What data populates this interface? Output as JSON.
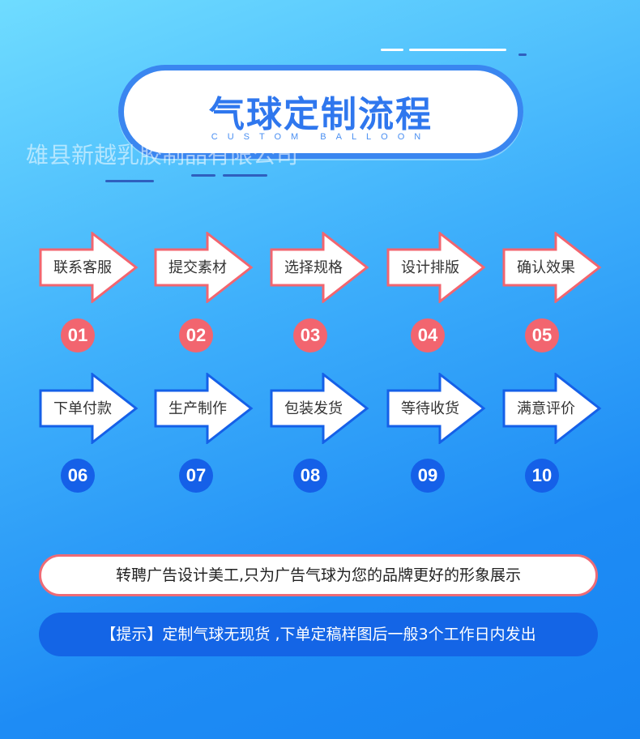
{
  "title": "气球定制流程",
  "subtitle": "CUSTOM BALLOON",
  "watermark": "雄县新越乳胶制品有限公司",
  "colors": {
    "pink": "#f2656f",
    "blue": "#1560e8",
    "title": "#2f77ee"
  },
  "steps_row1": [
    {
      "label": "联系客服",
      "num": "01"
    },
    {
      "label": "提交素材",
      "num": "02"
    },
    {
      "label": "选择规格",
      "num": "03"
    },
    {
      "label": "设计排版",
      "num": "04"
    },
    {
      "label": "确认效果",
      "num": "05"
    }
  ],
  "steps_row2": [
    {
      "label": "下单付款",
      "num": "06"
    },
    {
      "label": "生产制作",
      "num": "07"
    },
    {
      "label": "包装发货",
      "num": "08"
    },
    {
      "label": "等待收货",
      "num": "09"
    },
    {
      "label": "满意评价",
      "num": "10"
    }
  ],
  "banner1": "转聘广告设计美工,只为广告气球为您的品牌更好的形象展示",
  "banner2": "【提示】定制气球无现货 ,下单定稿样图后一般3个工作日内发出"
}
